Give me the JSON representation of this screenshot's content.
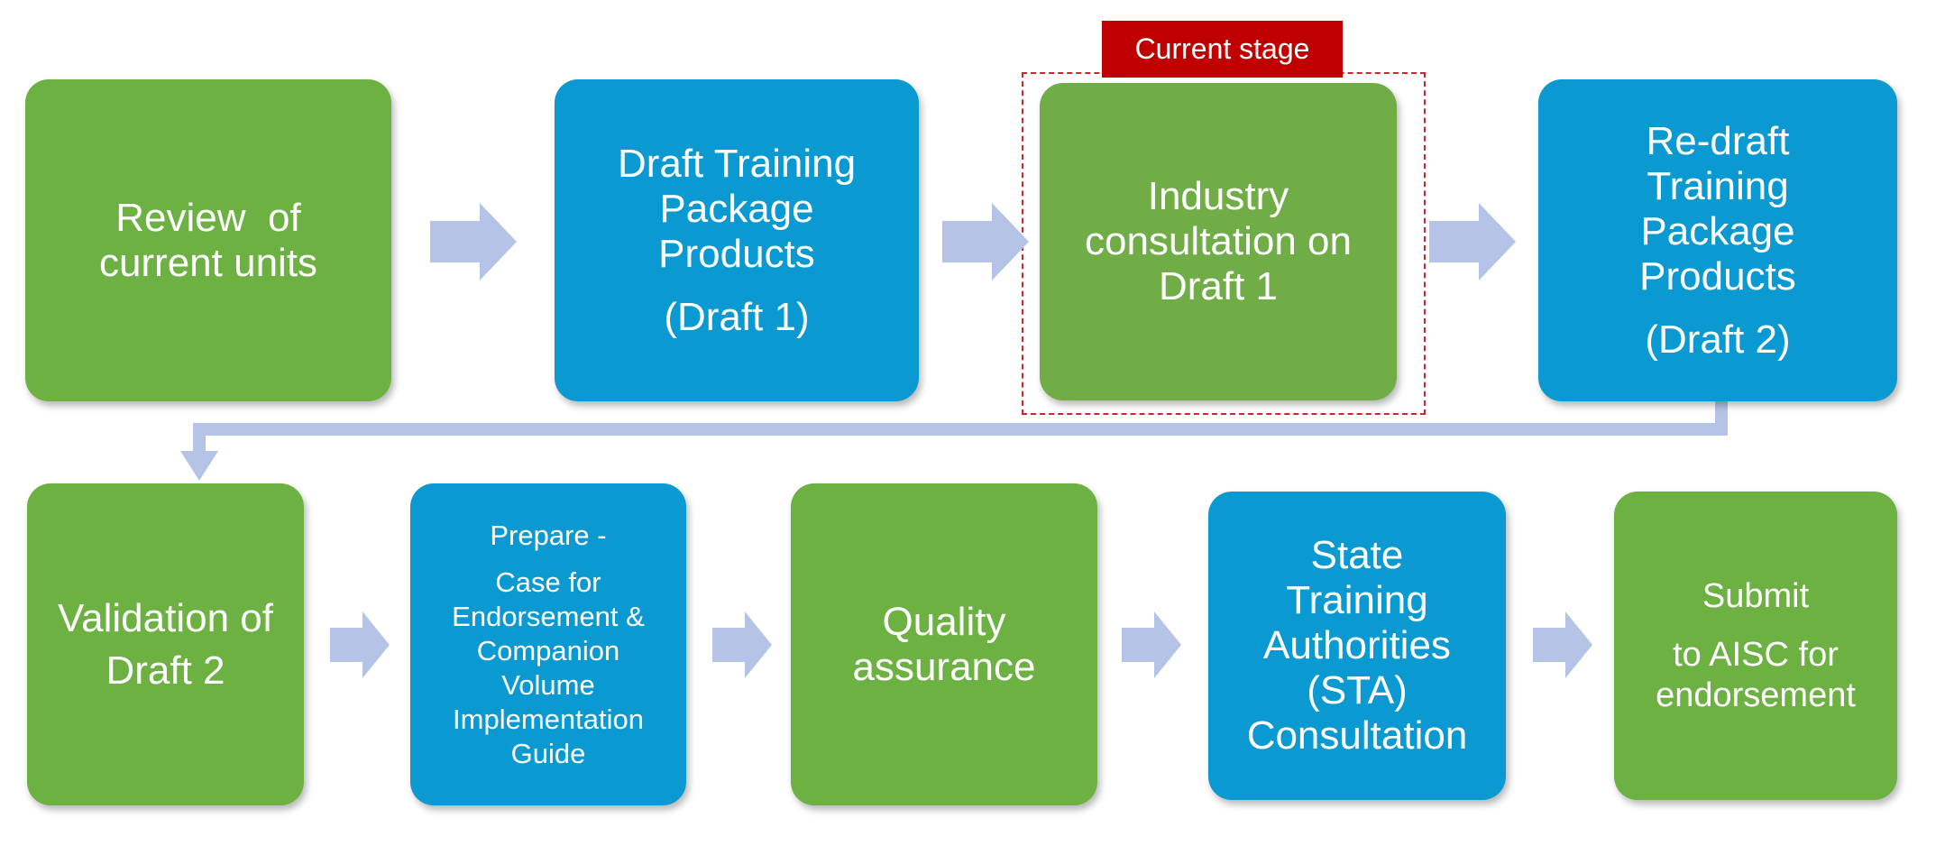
{
  "stage_label": "Current stage",
  "colors": {
    "green": "#6db142",
    "blue": "#0a9ad1",
    "arrow": "#b4c3e6",
    "stage_red": "#c00000"
  },
  "row1": [
    {
      "lines": [
        "Review  of",
        "current units"
      ],
      "color": "green"
    },
    {
      "lines": [
        "Draft Training",
        "Package",
        "Products"
      ],
      "sub": "(Draft 1)",
      "color": "blue"
    },
    {
      "lines": [
        "Industry",
        "consultation on",
        "Draft 1"
      ],
      "color": "green",
      "current": true
    },
    {
      "lines": [
        "Re-draft",
        "Training",
        "Package",
        "Products"
      ],
      "sub": "(Draft 2)",
      "color": "blue"
    }
  ],
  "row2": [
    {
      "lines": [
        "Validation of",
        "Draft 2"
      ],
      "color": "green"
    },
    {
      "heading": "Prepare -",
      "lines": [
        "Case for",
        "Endorsement &",
        "Companion",
        "Volume",
        "Implementation",
        "Guide"
      ],
      "color": "blue"
    },
    {
      "lines": [
        "Quality",
        "assurance"
      ],
      "color": "green"
    },
    {
      "lines": [
        "State",
        "Training",
        "Authorities",
        "(STA)",
        "Consultation"
      ],
      "color": "blue"
    },
    {
      "lines": [
        "Submit",
        "to AISC for",
        "endorsement"
      ],
      "color": "green"
    }
  ]
}
